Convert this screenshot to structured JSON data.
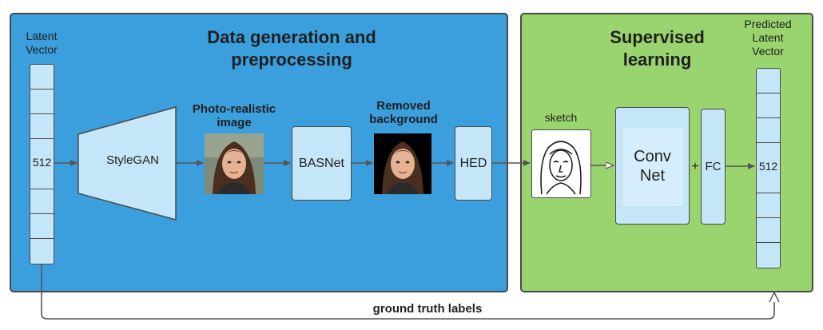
{
  "panels": {
    "data_generation": {
      "title_line1": "Data generation and",
      "title_line2": "preprocessing"
    },
    "supervised": {
      "title_line1": "Supervised",
      "title_line2": "learning"
    }
  },
  "latent_vector": {
    "label_line1": "Latent",
    "label_line2": "Vector",
    "value": "512"
  },
  "stylegan": {
    "label": "StyleGAN"
  },
  "photo_realistic": {
    "label_line1": "Photo-realistic",
    "label_line2": "image"
  },
  "basnet": {
    "label": "BASNet"
  },
  "removed_background": {
    "label_line1": "Removed",
    "label_line2": "background"
  },
  "hed": {
    "label": "HED"
  },
  "sketch": {
    "label": "sketch"
  },
  "convnet": {
    "label_line1": "Conv",
    "label_line2": "Net"
  },
  "plus": {
    "label": "+"
  },
  "fc": {
    "label": "FC"
  },
  "predicted_vector": {
    "label_line1": "Predicted",
    "label_line2": "Latent",
    "label_line3": "Vector",
    "value": "512"
  },
  "ground_truth": {
    "label": "ground truth labels"
  },
  "colors": {
    "blue_panel": "#3a9fdc",
    "green_panel": "#9ad46e",
    "box_fill": "#c5e6f8",
    "stroke": "#4a4a4a"
  }
}
